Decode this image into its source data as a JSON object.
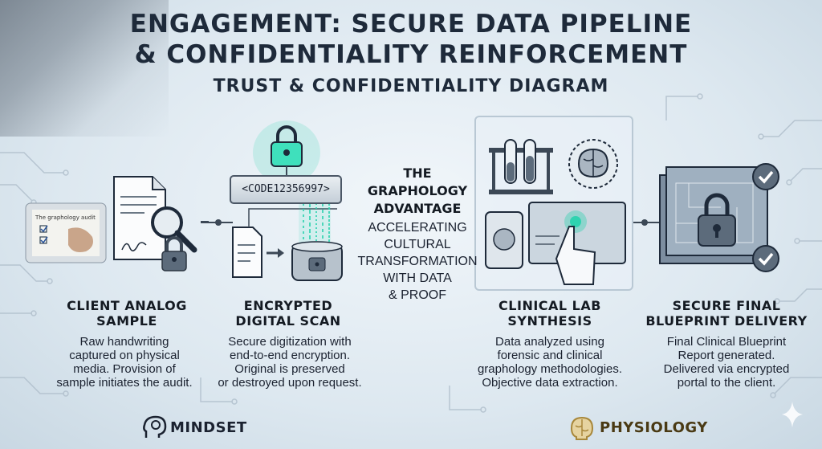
{
  "header": {
    "title_line1": "ENGAGEMENT: SECURE DATA PIPELINE",
    "title_line2": "& CONFIDENTIALITY REINFORCEMENT",
    "subtitle": "TRUST & CONFIDENTIALITY DIAGRAM"
  },
  "stages": [
    {
      "title_line1": "CLIENT ANALOG",
      "title_line2": "SAMPLE",
      "desc": [
        "Raw handwriting",
        "captured on physical",
        "media. Provision of",
        "sample initiates the audit."
      ]
    },
    {
      "title_line1": "ENCRYPTED",
      "title_line2": "DIGITAL SCAN",
      "code": "<CODE12356997>",
      "desc": [
        "Secure digitization with",
        "end-to-end encryption.",
        "Original is preserved",
        "or destroyed upon request."
      ]
    },
    {
      "title_line1": "CLINICAL LAB",
      "title_line2": "SYNTHESIS",
      "desc": [
        "Data analyzed using",
        "forensic and clinical",
        "graphology methodologies.",
        "Objective data extraction."
      ]
    },
    {
      "title_line1": "SECURE FINAL",
      "title_line2": "BLUEPRINT DELIVERY",
      "desc": [
        "Final Clinical Blueprint",
        "Report generated.",
        "Delivered via encrypted",
        "portal to the client."
      ]
    }
  ],
  "center": {
    "heading": [
      "THE",
      "GRAPHOLOGY",
      "ADVANTAGE"
    ],
    "text": [
      "ACCELERATING",
      "CULTURAL",
      "TRANSFORMATION",
      "WITH DATA",
      "& PROOF"
    ]
  },
  "sample_sheet_text": "The graphology audit",
  "footer": {
    "left": "MINDSET",
    "right": "PHYSIOLOGY"
  },
  "colors": {
    "accent_teal": "#2fd3b0",
    "lock_grey": "#5c6b7b",
    "dark_text": "#141a22",
    "physiology_gold": "#a8873a"
  }
}
